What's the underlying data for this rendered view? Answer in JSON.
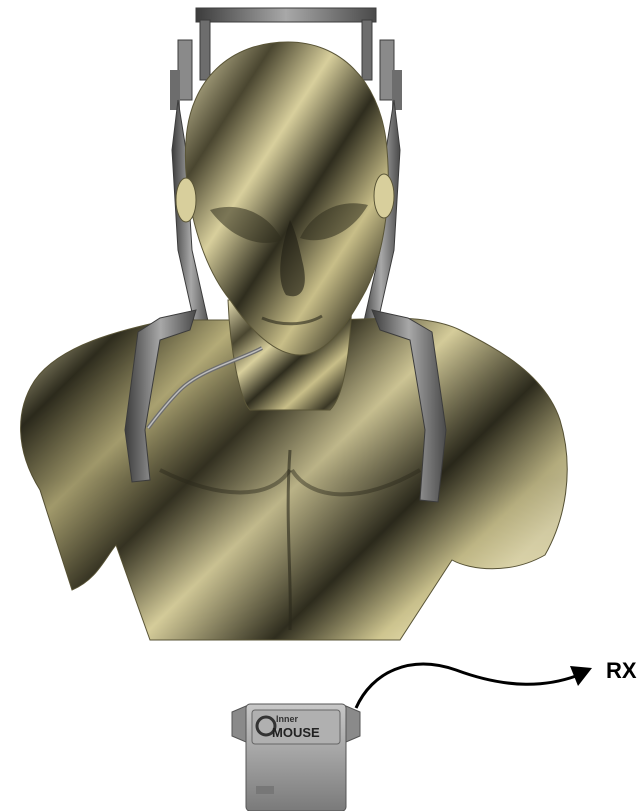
{
  "diagram": {
    "output_label": "RX",
    "device_label_line1": "Inner",
    "device_label_line2": "MOUSE"
  },
  "colors": {
    "skin_light": "#e9e1b4",
    "skin_mid": "#a39b66",
    "skin_dark": "#2f2d1e",
    "frame": "#6d6d6d",
    "frame_dark": "#3c3c3c",
    "frame_light": "#a8a8a8",
    "device": "#9e9e9e",
    "arrow": "#000000"
  },
  "icons": {
    "head_model": "mannequin-bust-icon",
    "headset": "head-mounted-frame-icon",
    "microphone": "boom-microphone-icon",
    "transmitter": "wireless-transmitter-icon",
    "signal_arrow": "curved-arrow-icon"
  }
}
